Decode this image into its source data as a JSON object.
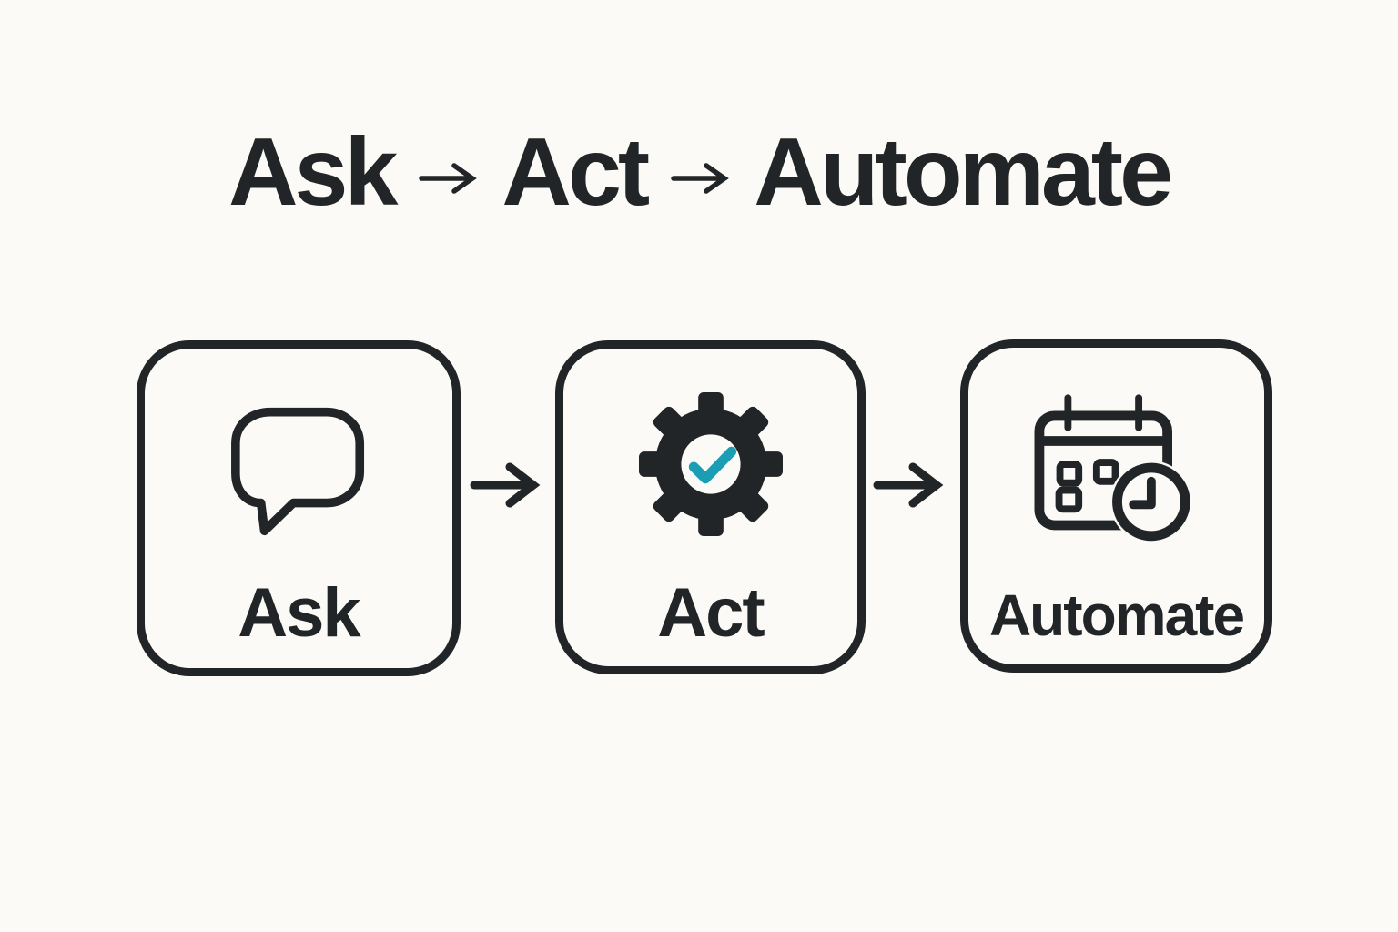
{
  "colors": {
    "background": "#fbfaf6",
    "ink": "#222527",
    "teal": "#1b9eb4"
  },
  "title": {
    "full_text": "Ask → Act → Automate",
    "words": [
      "Ask",
      "Act",
      "Automate"
    ],
    "separator": "→"
  },
  "steps": [
    {
      "label": "Ask",
      "icon": "speech-bubble-icon"
    },
    {
      "label": "Act",
      "icon": "gear-check-icon"
    },
    {
      "label": "Automate",
      "icon": "calendar-clock-icon"
    }
  ]
}
